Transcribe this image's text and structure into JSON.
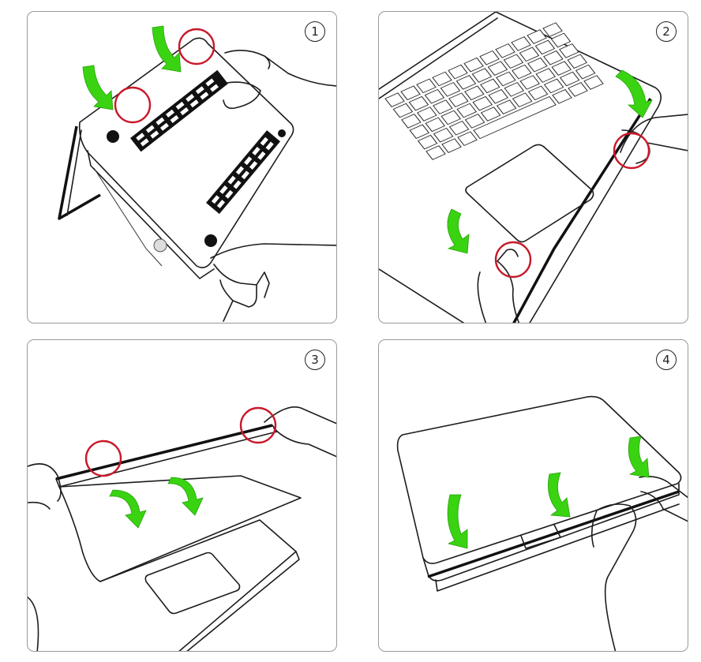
{
  "steps": [
    {
      "number": "1"
    },
    {
      "number": "2"
    },
    {
      "number": "3"
    },
    {
      "number": "4"
    }
  ],
  "colors": {
    "highlight_circle": "#c8192a",
    "arrow": "#39d312",
    "panel_border": "#9a9a9a",
    "line_art": "#1c1c1c"
  }
}
